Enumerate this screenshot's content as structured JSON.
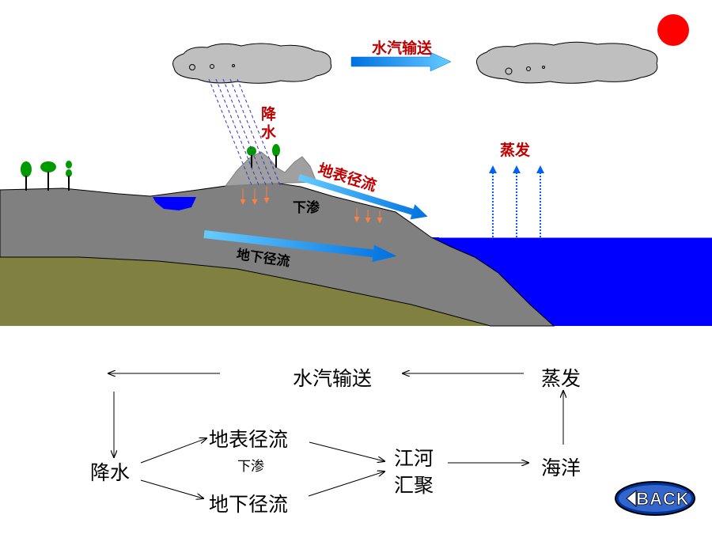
{
  "scene": {
    "vapor_transport": "水汽输送",
    "precipitation": "降水",
    "surface_runoff": "地表径流",
    "infiltration": "下渗",
    "groundwater_runoff": "地下径流",
    "evaporation": "蒸发"
  },
  "flowchart": {
    "vapor_transport": "水汽输送",
    "evaporation": "蒸发",
    "precipitation": "降水",
    "surface_runoff": "地表径流",
    "infiltration": "下渗",
    "groundwater_runoff": "地下径流",
    "rivers_converge": "江河\n汇聚",
    "ocean": "海洋"
  },
  "back_button": {
    "label": "BACK"
  },
  "colors": {
    "sun": "#ff0000",
    "cloud": "#bfbfbf",
    "ground": "#808080",
    "bedrock": "#808040",
    "sea": "#0000ff",
    "arrow_blue": "#00a0f0",
    "label_red": "#c00000",
    "tree": "#009900",
    "infiltration_arrow": "#ff8040"
  }
}
